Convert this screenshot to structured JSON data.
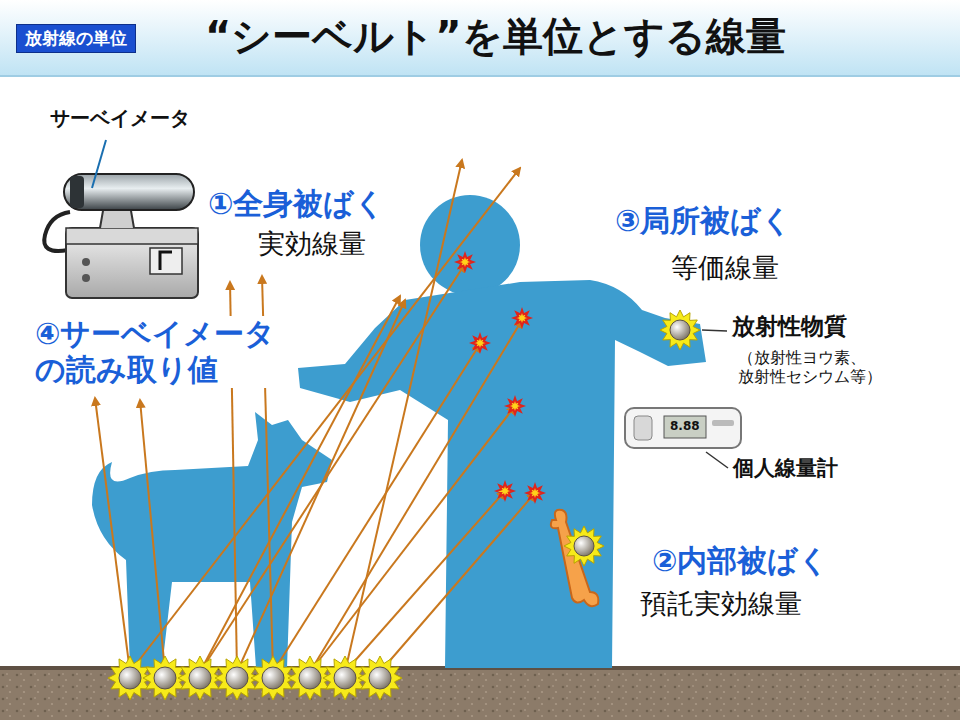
{
  "diagram": {
    "title": "“シーベルト”を単位とする線量",
    "nodes": [
      {
        "text": [
          "放射線の単位"
        ]
      }
    ],
    "labels": [
      "サーベイメータ",
      "①全身被ばく",
      "実効線量",
      "③局所被ばく",
      "等価線量",
      "④サーベイメータ の読み取り値",
      "放射性物質",
      "（放射性ヨウ素、 放射性セシウム等）",
      "個人線量計",
      "②内部被ばく",
      "預託実効線量",
      "8.88"
    ]
  }
}
